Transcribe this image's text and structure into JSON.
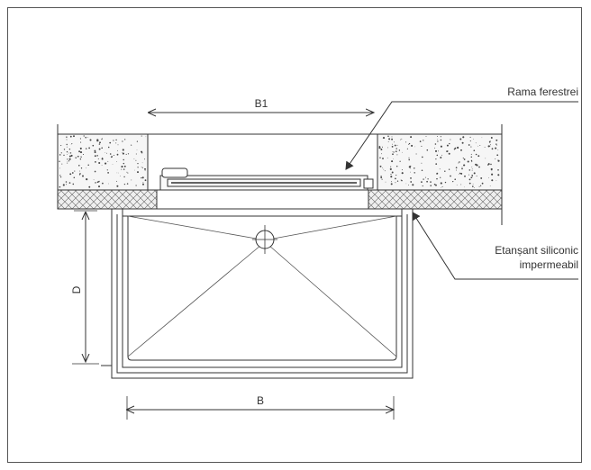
{
  "labels": {
    "b1": "B1",
    "b": "B",
    "d": "D",
    "window_frame": "Rama ferestrei",
    "sealant_line1": "Etanșant siliconic",
    "sealant_line2": "impermeabil"
  },
  "colors": {
    "line": "#333333",
    "concrete_fill": "#f4f4f4",
    "insulation_fill": "#ececec"
  }
}
